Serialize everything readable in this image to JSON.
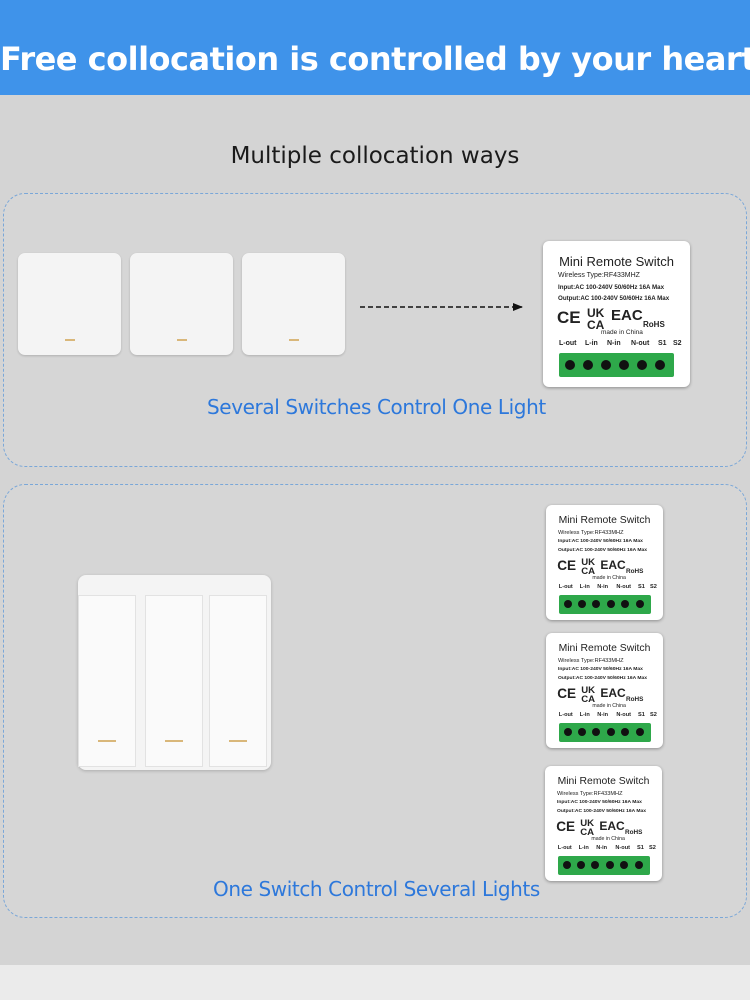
{
  "header": {
    "title": "Free collocation is controlled by your heart"
  },
  "section": {
    "subtitle": "Multiple collocation ways"
  },
  "panel_top": {
    "caption": "Several Switches Control One Light"
  },
  "panel_bottom": {
    "caption": "One Switch Control Several Lights"
  },
  "module_label": {
    "title": "Mini Remote Switch",
    "wireless": "Wireless Type:RF433MHZ",
    "input": "Input:AC 100-240V 50/60Hz 16A Max",
    "output": "Output:AC 100-240V 50/60Hz 16A Max",
    "made_in": "made in China",
    "certifications": [
      "CE",
      "UK CA",
      "EAC",
      "RoHS"
    ],
    "pins": [
      "L-out",
      "L-in",
      "N-in",
      "N-out",
      "S1",
      "S2"
    ]
  },
  "colors": {
    "banner": "#3f93ea",
    "caption": "#2d78db",
    "terminal": "#2ea84a"
  }
}
